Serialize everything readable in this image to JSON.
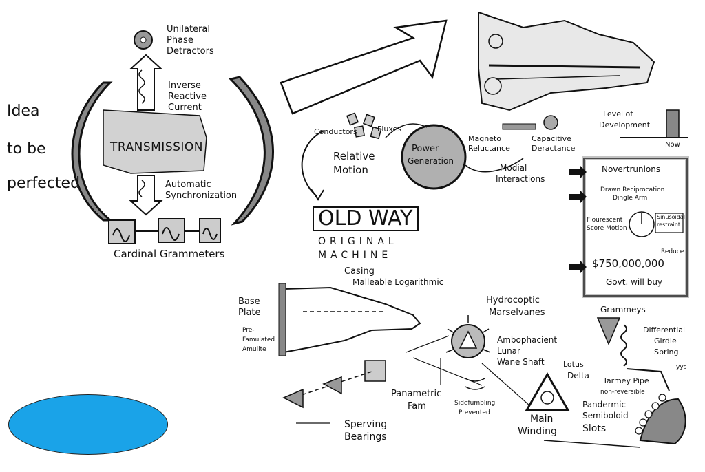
{
  "left_panel": {
    "idea_text": [
      "Idea",
      "to be",
      "perfected"
    ],
    "transmission": "TRANSMISSION",
    "unilateral": [
      "Unilateral",
      "Phase",
      "Detractors"
    ],
    "inverse": [
      "Inverse",
      "Reactive",
      "Current"
    ],
    "automatic": [
      "Automatic",
      "Synchronization"
    ],
    "cardinal": "Cardinal Grammeters"
  },
  "middle": {
    "conductors": "Conductors",
    "fluxes": "Fluxes",
    "relative_motion": [
      "Relative",
      "Motion"
    ],
    "power_generation": [
      "Power",
      "Generation"
    ],
    "magneto": [
      "Magneto",
      "Reluctance"
    ],
    "capacitive": [
      "Capacitive",
      "Deractance"
    ],
    "modial": [
      "Modial",
      "Interactions"
    ],
    "old_way": "OLD WAY",
    "original_machine": [
      "ORIGINAL",
      "MACHINE"
    ]
  },
  "right_panel": {
    "level": [
      "Level of",
      "Development"
    ],
    "now": "Now",
    "items": {
      "novertrunions": "Novertrunions",
      "drawn": [
        "Drawn Reciprocation",
        "Dingle Arm"
      ],
      "flourescent": [
        "Flourescent",
        "Score Motion"
      ],
      "sinusoidal": [
        "Sinusoidal",
        "restraint"
      ],
      "reduce": "Reduce",
      "price": "$750,000,000",
      "govt": "Govt. will buy"
    }
  },
  "lower": {
    "casing": "Casing",
    "malleable": "Malleable Logarithmic",
    "base_plate": [
      "Base",
      "Plate"
    ],
    "prefam": [
      "Pre-",
      "Famulated",
      "Amulite"
    ],
    "hydrocoptic": [
      "Hydrocoptic",
      "Marselvanes"
    ],
    "ambophacient": [
      "Ambophacient",
      "Lunar",
      "Wane Shaft"
    ],
    "panametric": [
      "Panametric",
      "Fam"
    ],
    "sidefumbling": [
      "Sidefumbling",
      "Prevented"
    ],
    "sperving": [
      "Sperving",
      "Bearings"
    ],
    "lotus": [
      "Lotus",
      "Delta"
    ],
    "main_winding": [
      "Main",
      "Winding"
    ],
    "pandermic": [
      "Pandermic",
      "Semiboloid",
      "Slots"
    ],
    "grammeys": "Grammeys",
    "differential": [
      "Differential",
      "Girdle",
      "Spring"
    ],
    "tarmey": "Tarmey Pipe",
    "nonreversible": "non-reversible",
    "yys": "yys"
  },
  "colors": {
    "accent_blue": "#1aa3e8",
    "ink": "#111111",
    "shade": "#9a9a9a"
  }
}
